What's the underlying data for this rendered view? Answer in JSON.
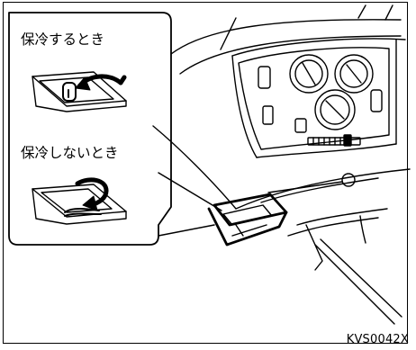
{
  "callouts": {
    "keep_cool": {
      "label": "保冷するとき"
    },
    "no_keep_cool": {
      "label": "保冷しないとき"
    }
  },
  "figure_code": "KVS0042X",
  "colors": {
    "line": "#000000",
    "background": "#ffffff"
  },
  "icons": [
    "lever-up-arrow-icon",
    "lever-down-arrow-icon"
  ]
}
